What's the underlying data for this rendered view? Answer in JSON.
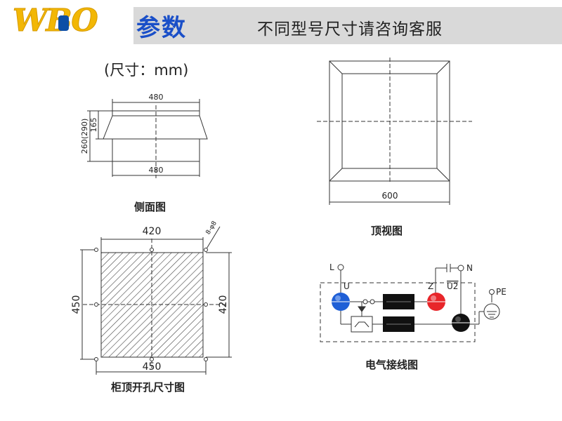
{
  "header": {
    "logo": "WBO",
    "title": "参数",
    "note": "不同型号尺寸请咨询客服"
  },
  "units_label": "(尺寸：mm)",
  "side_view": {
    "caption": "侧面图",
    "top_width": "480",
    "bottom_width": "480",
    "total_height": "260(290)",
    "hood_height": "165"
  },
  "top_view": {
    "caption": "顶视图",
    "width": "600"
  },
  "cutout": {
    "caption": "柜顶开孔尺寸图",
    "top_width": "420",
    "bottom_width": "450",
    "left_height": "450",
    "right_height": "420",
    "hole_note": "8-φ8"
  },
  "wiring": {
    "caption": "电气接线图",
    "L": "L",
    "U": "U",
    "Z": "Z",
    "U2": "U2",
    "N": "N",
    "PE": "PE",
    "colors": {
      "blue": "#1f5fd6",
      "red": "#e8262a",
      "black": "#111111"
    }
  }
}
